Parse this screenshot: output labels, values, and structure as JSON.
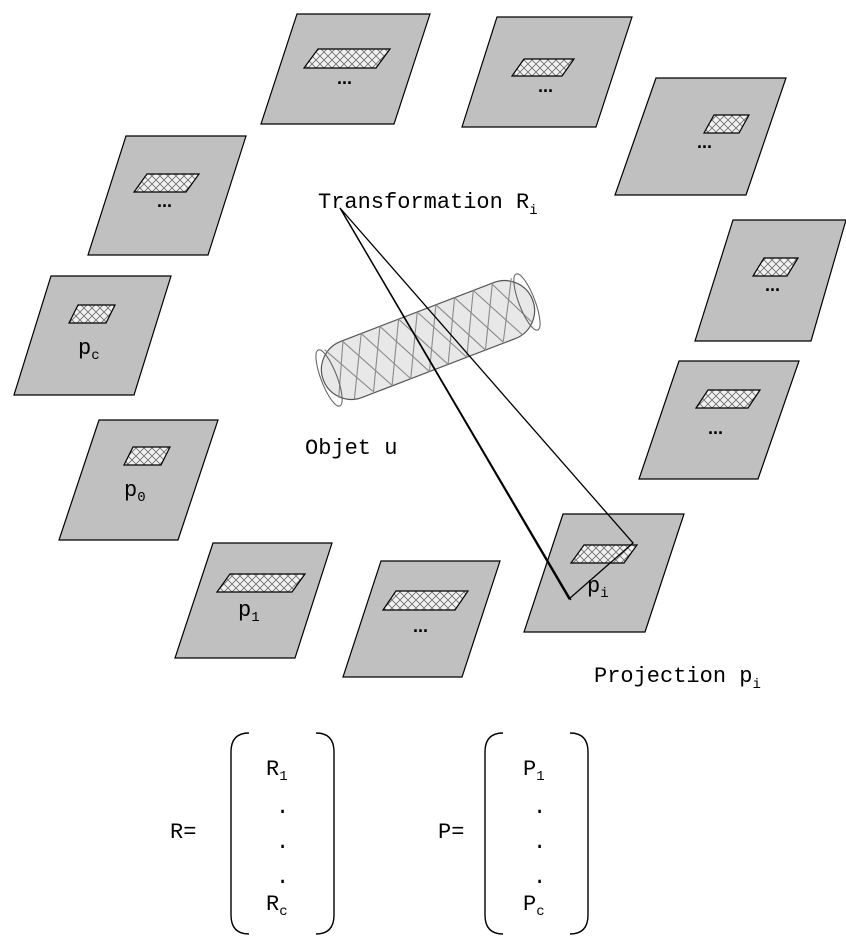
{
  "labels": {
    "transformation": "Transformation R",
    "transformation_sub": "i",
    "object": "Objet u",
    "projection": "Projection p",
    "projection_sub": "i",
    "pc": "p",
    "pc_sub": "c",
    "p0": "p",
    "p0_sub": "0",
    "p1": "p",
    "p1_sub": "1",
    "pi": "p",
    "pi_sub": "i",
    "ellipsis": "..."
  },
  "matrices": {
    "R": {
      "lhs": "R=",
      "first": "R",
      "first_sub": "1",
      "dots": [
        ".",
        ".",
        "."
      ],
      "last": "R",
      "last_sub": "c"
    },
    "P": {
      "lhs": "P=",
      "first": "P",
      "first_sub": "1",
      "dots": [
        ".",
        ".",
        "."
      ],
      "last": "P",
      "last_sub": "c"
    }
  }
}
